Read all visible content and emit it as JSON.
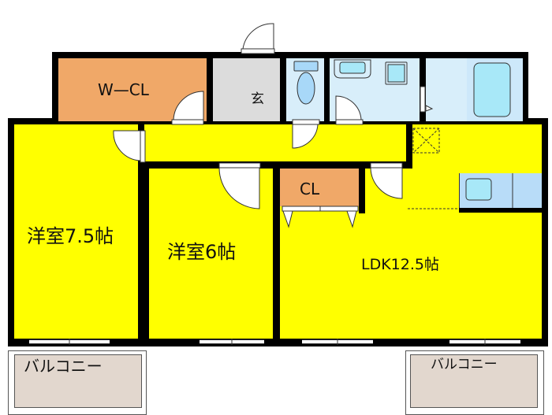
{
  "floor_plan": {
    "type": "2LDK",
    "rooms": [
      {
        "id": "wcl",
        "label": "W—CL",
        "color": "#f0a868"
      },
      {
        "id": "genkan",
        "label": "玄",
        "color": "#dcdcdc"
      },
      {
        "id": "western1",
        "label": "洋室7.5帖",
        "color": "#ffff00"
      },
      {
        "id": "western2",
        "label": "洋室6帖",
        "color": "#ffff00"
      },
      {
        "id": "cl",
        "label": "CL",
        "color": "#f0a868"
      },
      {
        "id": "ldk",
        "label": "LDK12.5帖",
        "color": "#ffff00"
      },
      {
        "id": "balcony_left",
        "label": "バルコニー",
        "color": "#e2d7ce"
      },
      {
        "id": "balcony_right",
        "label": "バルコニー",
        "color": "#e2d7ce"
      }
    ],
    "fixtures": [
      "toilet",
      "washbasin",
      "washing-machine",
      "bathtub",
      "kitchen-sink",
      "stove",
      "storage-hatch"
    ],
    "colors": {
      "wall": "#000000",
      "room": "#ffff00",
      "closet": "#f0a868",
      "entrance": "#dcdcdc",
      "wet_area": "#d8eefa",
      "fixture": "#a8e8f8",
      "balcony": "#e2d7ce"
    }
  }
}
